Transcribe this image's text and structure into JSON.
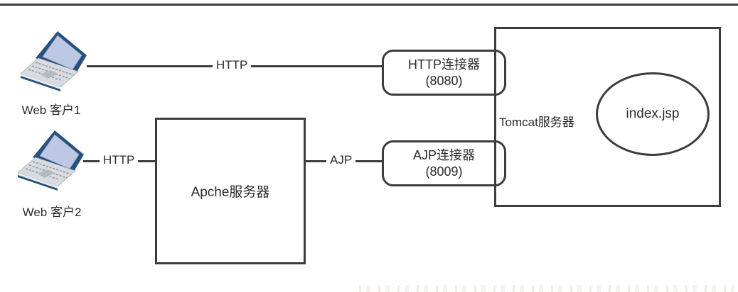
{
  "theme": {
    "background": "#ffffff",
    "stroke": "#3d3d3d",
    "text": "#2b2b2b",
    "laptop_screen": "#bcc8e4",
    "laptop_trim": "#27507d",
    "laptop_body": "#d8dbdf"
  },
  "diagram": {
    "clients": [
      {
        "label": "Web 客户1"
      },
      {
        "label": "Web 客户2"
      }
    ],
    "links": {
      "http1": "HTTP",
      "http2": "HTTP",
      "ajp": "AJP"
    },
    "connectors": {
      "http": {
        "title": "HTTP连接器",
        "port": "(8080)"
      },
      "ajp": {
        "title": "AJP连接器",
        "port": "(8009)"
      }
    },
    "apache": {
      "label": "Apche服务器"
    },
    "tomcat": {
      "label": "Tomcat服务器"
    },
    "page": {
      "label": "index.jsp"
    }
  }
}
